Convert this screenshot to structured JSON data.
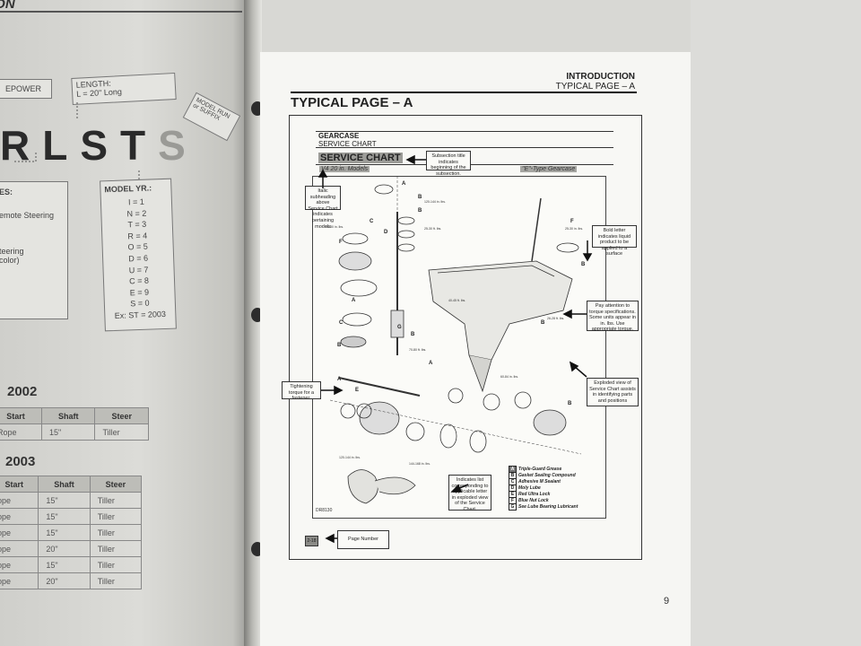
{
  "left_page": {
    "header": "ION",
    "box_horsepower": "EPOWER",
    "box_length_title": "LENGTH:",
    "box_length_values": "L = 20\"     Long",
    "box_model_run": "MODEL RUN or SUFFIX",
    "letters": [
      "R",
      "L",
      "S",
      "T",
      "S"
    ],
    "box_features_title": "ES:",
    "box_features_lines": [
      "emote Steering",
      "",
      "teering",
      "color)"
    ],
    "box_model_yr_title": "MODEL YR.:",
    "box_model_yr_lines": [
      "I = 1",
      "N = 2",
      "T = 3",
      "R = 4",
      "O = 5",
      "D = 6",
      "U = 7",
      "C = 8",
      "E = 9",
      "S = 0",
      "Ex: ST = 2003"
    ],
    "year_2002": "2002",
    "table_2002": {
      "headers": [
        "Start",
        "Shaft",
        "Steer"
      ],
      "rows": [
        [
          "Rope",
          "15\"",
          "Tiller"
        ]
      ]
    },
    "year_2003": "2003",
    "table_2003": {
      "headers": [
        "Start",
        "Shaft",
        "Steer"
      ],
      "rows": [
        [
          "ope",
          "15\"",
          "Tiller"
        ],
        [
          "ope",
          "15\"",
          "Tiller"
        ],
        [
          "ope",
          "15\"",
          "Tiller"
        ],
        [
          "ope",
          "20\"",
          "Tiller"
        ],
        [
          "ope",
          "15\"",
          "Tiller"
        ],
        [
          "ope",
          "20\"",
          "Tiller"
        ]
      ]
    }
  },
  "right_page": {
    "header_section": "INTRODUCTION",
    "header_subsection": "TYPICAL PAGE – A",
    "title": "TYPICAL PAGE – A",
    "page_number": "9",
    "sample": {
      "gearcase": "GEARCASE",
      "service_chart_small": "SERVICE CHART",
      "service_chart_title": "SERVICE CHART",
      "models": "V4 20 in. Models",
      "gear_type": "\"E\"-Type Gearcase",
      "callouts": {
        "subsection": "Subsection title indicates beginning of the subsection.",
        "italic": "Italic subheading above Service Chart indicates pertaining models",
        "bold_letter": "Bold letter indicates liquid product to be applied to a surface",
        "torque_spec": "Pay attention to torque specifications. Some units appear in in. lbs. Use appropriate torque.",
        "tightening": "Tightening torque for a fastener.",
        "exploded": "Exploded view of Service Chart assists in identifying parts and positions",
        "indicates_list": "Indicates list corresponding to applicable letter in exploded view of the Service Chart."
      },
      "legend": [
        {
          "key": "A",
          "label": "Triple-Guard Grease",
          "dark": true
        },
        {
          "key": "B",
          "label": "Gasket Sealing Compound",
          "dark": false
        },
        {
          "key": "C",
          "label": "Adhesive M Sealant",
          "dark": false
        },
        {
          "key": "D",
          "label": "Moly Lube",
          "dark": false
        },
        {
          "key": "E",
          "label": "Red Ultra Lock",
          "dark": false
        },
        {
          "key": "F",
          "label": "Blue Nut Lock",
          "dark": false
        },
        {
          "key": "G",
          "label": "See Lube Bearing Lubricant",
          "dark": false
        }
      ],
      "drawing_code": "DR8130",
      "page_chip": "2-18",
      "page_number_callout": "Page Number"
    }
  },
  "colors": {
    "page": "#f6f6f3",
    "ink": "#222222",
    "highlight": "#9c9c98"
  }
}
